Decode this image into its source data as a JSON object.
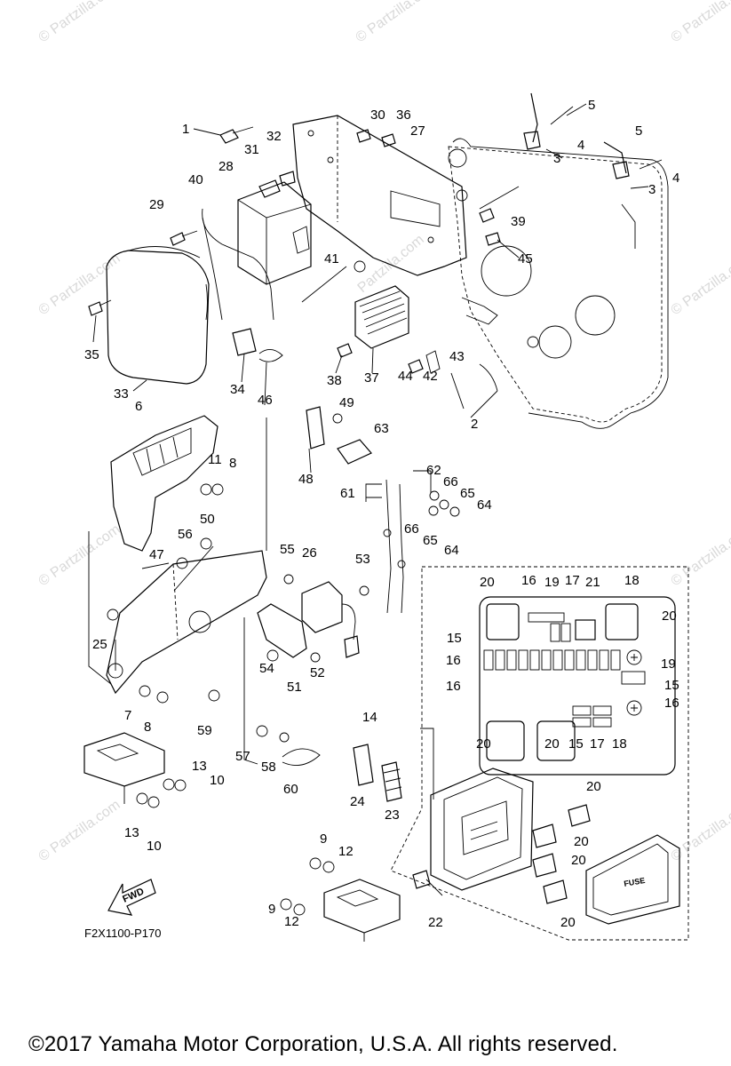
{
  "watermark": "© Partzilla.com",
  "watermark_center": "Partzilla.com",
  "diagram_code": "F2X1100-P170",
  "fwd_label": "FWD",
  "fuse_label": "FUSE",
  "copyright": "©2017  Yamaha Motor Corporation, U.S.A. All rights reserved.",
  "callouts": {
    "c1": "1",
    "c2": "2",
    "c3a": "3",
    "c3b": "3",
    "c4a": "4",
    "c4b": "4",
    "c5a": "5",
    "c5b": "5",
    "c6": "6",
    "c7": "7",
    "c8a": "8",
    "c8b": "8",
    "c9a": "9",
    "c9b": "9",
    "c10a": "10",
    "c10b": "10",
    "c11": "11",
    "c12a": "12",
    "c12b": "12",
    "c13a": "13",
    "c13b": "13",
    "c14": "14",
    "c15a": "15",
    "c15b": "15",
    "c15c": "15",
    "c16a": "16",
    "c16b": "16",
    "c16c": "16",
    "c16d": "16",
    "c17a": "17",
    "c17b": "17",
    "c18a": "18",
    "c18b": "18",
    "c19a": "19",
    "c19b": "19",
    "c20a": "20",
    "c20b": "20",
    "c20c": "20",
    "c20d": "20",
    "c20e": "20",
    "c20f": "20",
    "c20g": "20",
    "c20h": "20",
    "c21": "21",
    "c22": "22",
    "c23": "23",
    "c24": "24",
    "c25": "25",
    "c26": "26",
    "c27": "27",
    "c28": "28",
    "c29": "29",
    "c30": "30",
    "c31": "31",
    "c32": "32",
    "c33": "33",
    "c34": "34",
    "c35": "35",
    "c36": "36",
    "c37": "37",
    "c38": "38",
    "c39": "39",
    "c40": "40",
    "c41": "41",
    "c42": "42",
    "c43": "43",
    "c44": "44",
    "c45": "45",
    "c46": "46",
    "c47": "47",
    "c48": "48",
    "c49": "49",
    "c50": "50",
    "c51": "51",
    "c52": "52",
    "c53": "53",
    "c54": "54",
    "c55": "55",
    "c56": "56",
    "c57": "57",
    "c58": "58",
    "c59": "59",
    "c60": "60",
    "c61": "61",
    "c62": "62",
    "c63": "63",
    "c64a": "64",
    "c64b": "64",
    "c65a": "65",
    "c65b": "65",
    "c66a": "66",
    "c66b": "66"
  }
}
